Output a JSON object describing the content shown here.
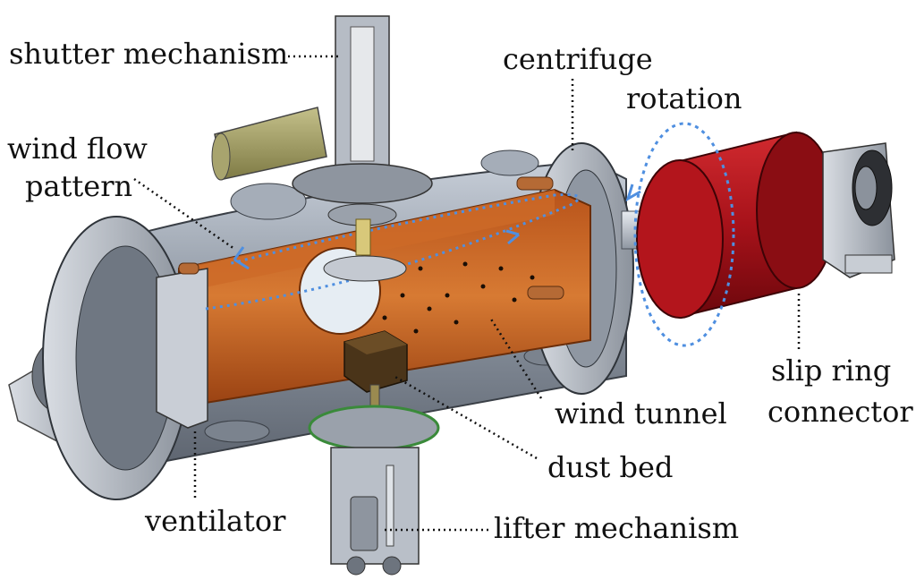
{
  "labels": {
    "shutter": "shutter mechanism",
    "centrifuge": "centrifuge",
    "rotation": "rotation",
    "wind_flow_1": "wind flow",
    "wind_flow_2": "pattern",
    "slip_ring_1": "slip ring",
    "slip_ring_2": "connector",
    "wind_tunnel": "wind tunnel",
    "dust_bed": "dust bed",
    "ventilator": "ventilator",
    "lifter": "lifter mechanism"
  },
  "colors": {
    "housing": "#9aa3b0",
    "tunnel": "#c4641f",
    "slip_ring": "#b3151c",
    "flow_arrow": "#4f8fe0",
    "dust_block": "#4a3419"
  }
}
